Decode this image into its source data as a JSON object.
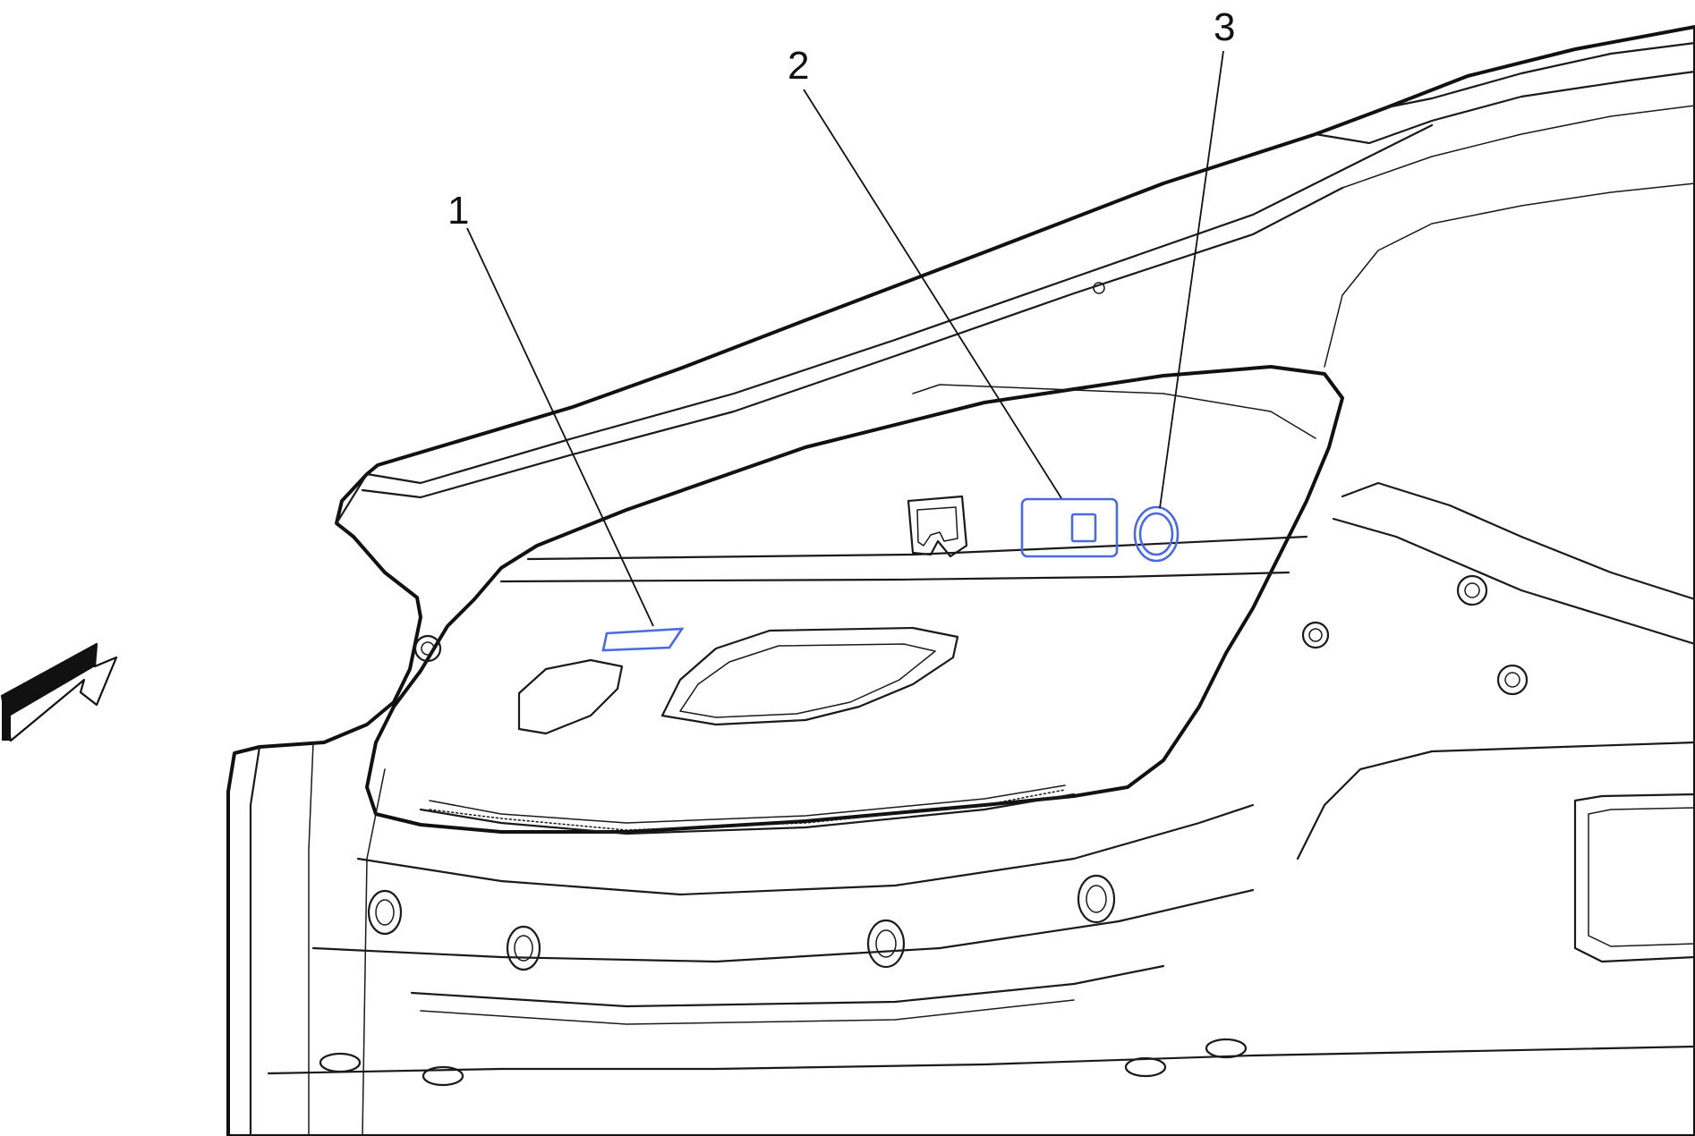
{
  "callouts": [
    {
      "label": "1"
    },
    {
      "label": "2"
    },
    {
      "label": "3"
    }
  ],
  "colors": {
    "body_fill": "#d2ceb9",
    "body_fill_dark": "#c4c0aa",
    "line": "#1a1a1a",
    "highlight_stroke": "#4a6ae0",
    "highlight_fill": "#8aa6f0",
    "background": "#ffffff"
  },
  "icons": {
    "direction_arrow": "forward-arrow-icon"
  }
}
